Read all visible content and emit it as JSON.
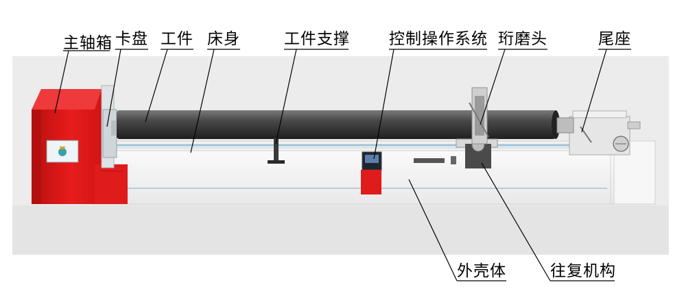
{
  "labels": {
    "spindle_box": "主轴箱",
    "chuck": "卡盘",
    "workpiece": "工件",
    "bed": "床身",
    "workpiece_support": "工件支撑",
    "control_system": "控制操作系统",
    "honing_head": "珩磨头",
    "tailstock": "尾座",
    "housing": "外壳体",
    "reciprocating_mechanism": "往复机构"
  },
  "colors": {
    "spindle_red": "#e11a1a",
    "workpiece_dark": "#3b3b3b",
    "bed_white": "#f4f4f4",
    "background_grey": "#ececec",
    "rail_blue": "#9fc3d6"
  }
}
